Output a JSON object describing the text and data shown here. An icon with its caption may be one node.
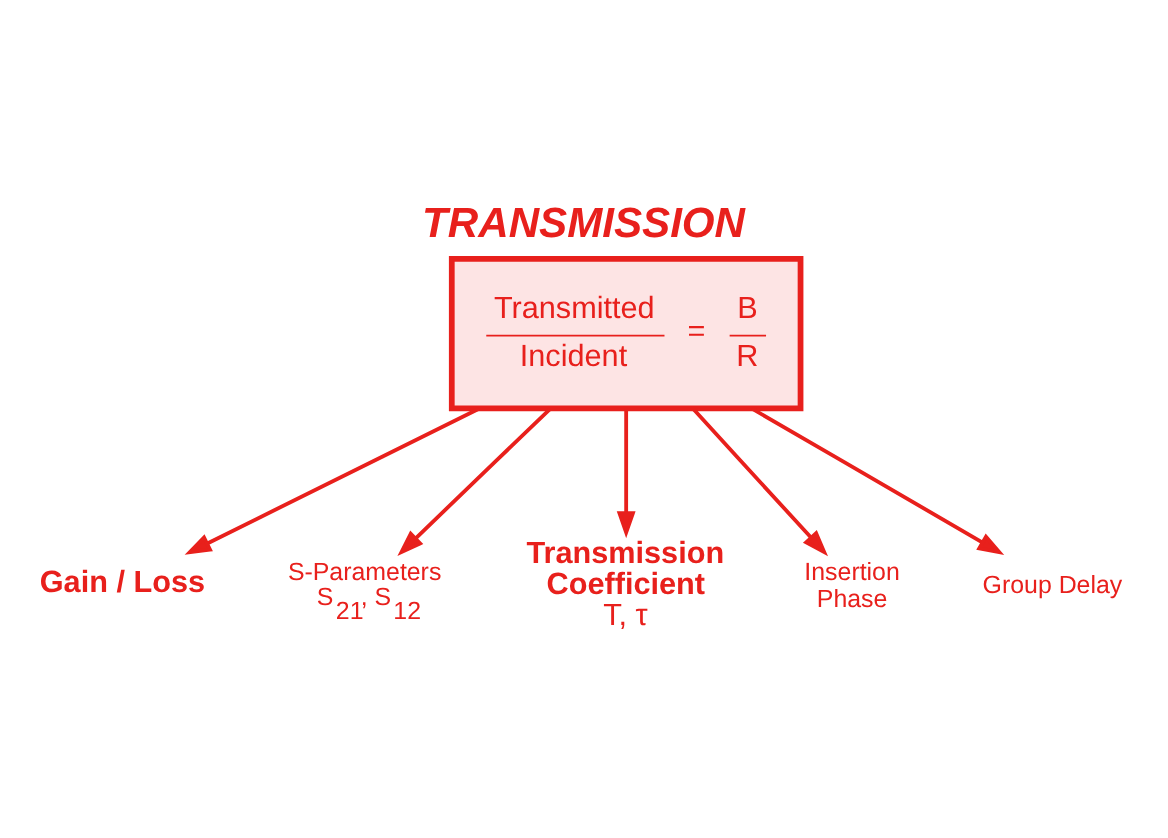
{
  "diagram": {
    "title": "TRANSMISSION",
    "nodes": [
      {
        "text": [
          "Transmitted",
          "Incident",
          "=",
          "B",
          "R"
        ]
      },
      {
        "text": [
          "Gain / Loss"
        ]
      },
      {
        "text": [
          "S-Parameters",
          "S$_{21}$, S$_{12}$"
        ]
      },
      {
        "text": [
          "Transmission Coefficient",
          "Τ, τ"
        ]
      },
      {
        "text": [
          "Insertion Phase"
        ]
      },
      {
        "text": [
          "Group Delay"
        ]
      }
    ],
    "edges": [
      {
        "from": 0,
        "to": 1,
        "arrow": "to"
      },
      {
        "from": 0,
        "to": 2,
        "arrow": "to"
      },
      {
        "from": 0,
        "to": 3,
        "arrow": "to"
      },
      {
        "from": 0,
        "to": 4,
        "arrow": "to"
      },
      {
        "from": 0,
        "to": 5,
        "arrow": "to"
      }
    ]
  }
}
